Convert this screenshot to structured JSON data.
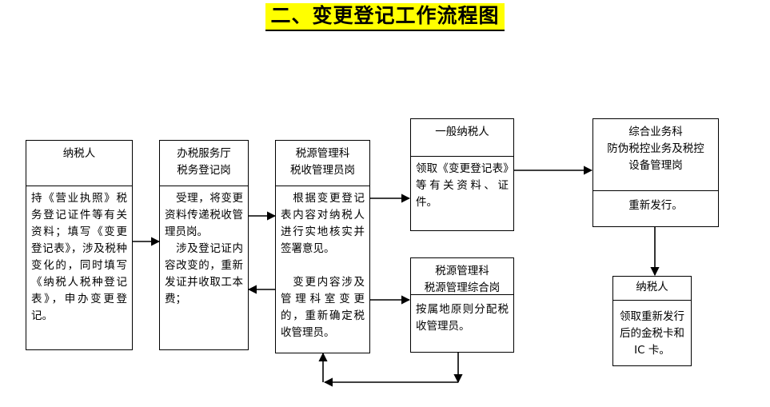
{
  "page": {
    "title": "二、变更登记工作流程图",
    "title_highlight_color": "#ffff00",
    "background_color": "#ffffff",
    "line_color": "#000000"
  },
  "nodes": [
    {
      "id": "taxpayer-apply",
      "header": "纳税人",
      "body": "持《营业执照》税务登记证件等有关资料；填写《变更登记表》，涉及税种变化的，同时填写《纳税人税种登记表》，申办变更登记。"
    },
    {
      "id": "tax-service-hall",
      "header": "办税服务厅\n税务登记岗",
      "body": "　受理，将变更资料传递税收管理员岗。\n　涉及登记证内容改变的，重新发证并收取工本费；"
    },
    {
      "id": "tax-source-admin-officer",
      "header": "税源管理科\n税收管理员岗",
      "body": "　根据变更登记表内容对纳税人进行实地核实并签署意见。\n\n　变更内容涉及管理科室变更的，重新确定税收管理员。"
    },
    {
      "id": "general-taxpayer",
      "header": "一般纳税人",
      "body": "领取《变更登记表》等有关资料、证件。"
    },
    {
      "id": "tax-source-comprehensive-post",
      "header": "税源管理科\n税源管理综合岗",
      "body": "按属地原则分配税收管理员。"
    },
    {
      "id": "comprehensive-business-section",
      "header": "综合业务科\n防伪税控业务及税控\n设备管理岗",
      "body": "重新发行。"
    },
    {
      "id": "taxpayer-collect",
      "header": "纳税人",
      "body": "领取重新发行后的金税卡和 IC 卡。"
    }
  ],
  "connectors": [
    {
      "id": "taxpayer-apply-to-hall",
      "direction": "right"
    },
    {
      "id": "hall-to-admin-officer",
      "direction": "right"
    },
    {
      "id": "admin-officer-to-hall",
      "direction": "left"
    },
    {
      "id": "admin-officer-to-general-taxpayer",
      "direction": "right"
    },
    {
      "id": "admin-officer-to-comprehensive-post",
      "direction": "right"
    },
    {
      "id": "general-taxpayer-to-business-section",
      "direction": "right"
    },
    {
      "id": "business-section-to-taxpayer-collect",
      "direction": "down"
    },
    {
      "id": "comprehensive-post-feedback-loop",
      "direction": "loop-up-left"
    }
  ]
}
